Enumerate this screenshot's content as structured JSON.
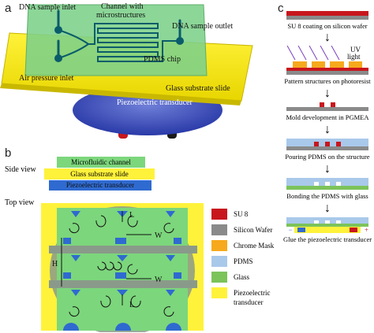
{
  "panels": {
    "a": "a",
    "b": "b",
    "c": "c"
  },
  "panel_a": {
    "dna_inlet": "DNA sample inlet",
    "channel": "Channel with",
    "channel2": "microstructures",
    "dna_outlet": "DNA sample outlet",
    "pdms_chip": "PDMS chip",
    "air_inlet": "Air pressure inlet",
    "glass_slide": "Glass substrate slide",
    "transducer": "Piezoelectric transducer"
  },
  "panel_b": {
    "side_view": "Side view",
    "top_view": "Top view",
    "layer_channel": "Microfluidic channel",
    "layer_glass": "Glass substrate slide",
    "layer_piezo": "Piezoelectric transducer",
    "label_L1": "L",
    "label_W1": "W",
    "label_H": "H",
    "label_W2": "W",
    "label_L2": "L"
  },
  "legend": {
    "items": [
      {
        "label": "SU 8",
        "color": "#c8161d"
      },
      {
        "label": "Silicon Wafer",
        "color": "#8a8a8a"
      },
      {
        "label": "Chrome Mask",
        "color": "#f6a91c"
      },
      {
        "label": "PDMS",
        "color": "#a9c9ea"
      },
      {
        "label": "Glass",
        "color": "#7cc35a"
      },
      {
        "label": "Piezoelectric",
        "color": "#fff23a"
      }
    ],
    "piezo_line2": "transducer"
  },
  "panel_c": {
    "steps": [
      "SU 8 coating on silicon wafer",
      "Pattern structures on photoresist",
      "Mold development in PGMEA",
      "Pouring PDMS on the structure",
      "Bonding the PDMS with glass",
      "Glue the piezoelectric transducer"
    ],
    "uv_label": "UV",
    "uv_label2": "light",
    "minus": "−",
    "plus": "+"
  }
}
